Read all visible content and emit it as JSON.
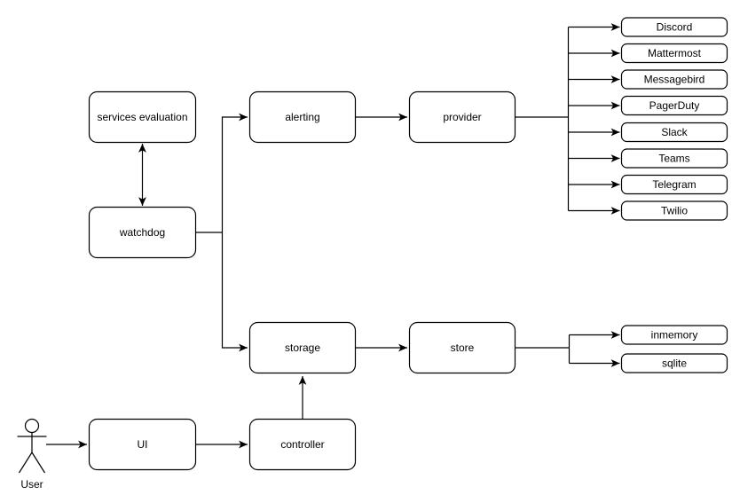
{
  "diagram": {
    "nodes": {
      "services_evaluation": "services evaluation",
      "watchdog": "watchdog",
      "alerting": "alerting",
      "provider": "provider",
      "storage": "storage",
      "store": "store",
      "ui": "UI",
      "controller": "controller"
    },
    "actor": {
      "label": "User"
    },
    "providers": [
      "Discord",
      "Mattermost",
      "Messagebird",
      "PagerDuty",
      "Slack",
      "Teams",
      "Telegram",
      "Twilio"
    ],
    "stores": [
      "inmemory",
      "sqlite"
    ],
    "colors": {
      "stroke": "#000000",
      "node_fill": "#ffffff",
      "text": "#000000",
      "background": "#ffffff"
    }
  }
}
